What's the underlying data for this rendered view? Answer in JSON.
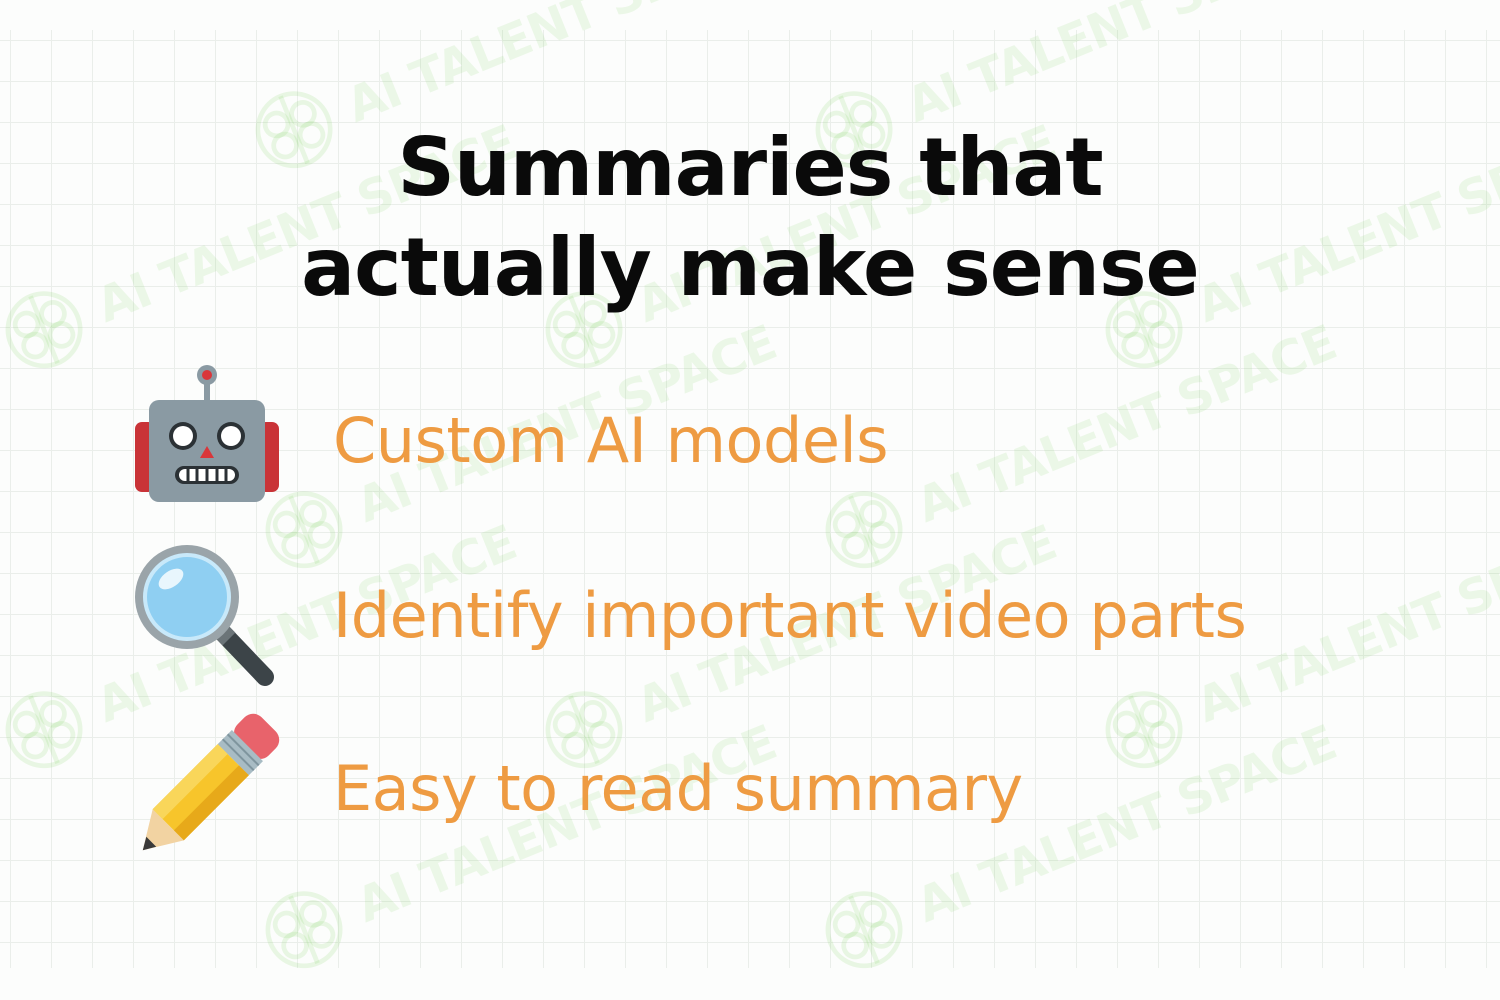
{
  "title": {
    "line1": "Summaries that",
    "line2": "actually make sense"
  },
  "features": [
    {
      "label": "Custom AI models",
      "icon": "robot-icon"
    },
    {
      "label": "Identify important video parts",
      "icon": "magnifying-glass-icon"
    },
    {
      "label": "Easy to read summary",
      "icon": "pencil-icon"
    }
  ],
  "watermark": {
    "text": "AI TALENT SPACE",
    "icon": "brain-logo-icon"
  },
  "colors": {
    "title": "#0a0a0a",
    "feature_text": "#ee9b42",
    "watermark": "#78d25a",
    "grid": "#eaeeea"
  }
}
